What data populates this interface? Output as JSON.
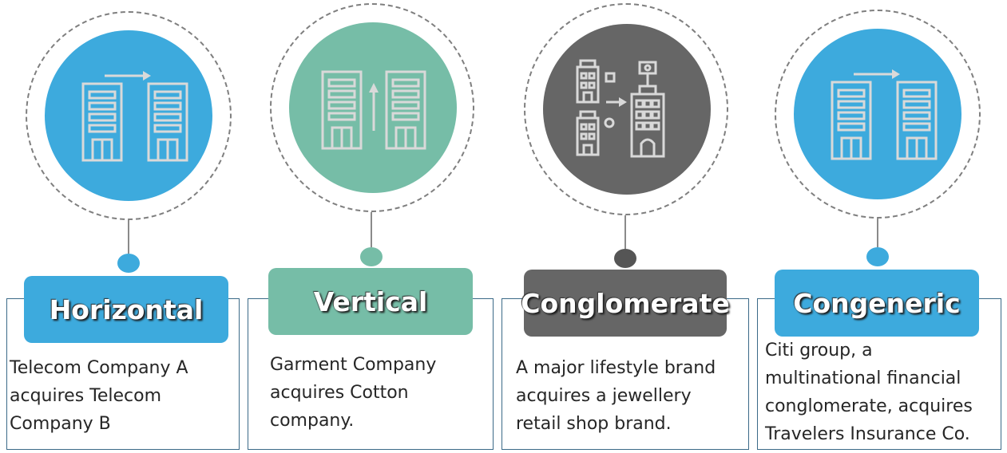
{
  "items": [
    {
      "title": "Horizontal",
      "description": "Telecom Company A\nacquires Telecom\nCompany B",
      "color": "#3daadd",
      "icon": "two-buildings-horizontal-arrow-icon"
    },
    {
      "title": "Vertical",
      "description": "Garment Company\nacquires Cotton\ncompany.",
      "color": "#76bda7",
      "icon": "two-buildings-vertical-arrow-icon"
    },
    {
      "title": "Conglomerate",
      "description": "A major lifestyle brand\nacquires a jewellery\nretail shop brand.",
      "color": "#666666",
      "icon": "buildings-merge-icon"
    },
    {
      "title": "Congeneric",
      "description": "Citi group, a\nmultinational financial\nconglomerate, acquires\nTravelers Insurance Co.",
      "color": "#3daadd",
      "icon": "two-buildings-horizontal-arrow-icon"
    }
  ]
}
